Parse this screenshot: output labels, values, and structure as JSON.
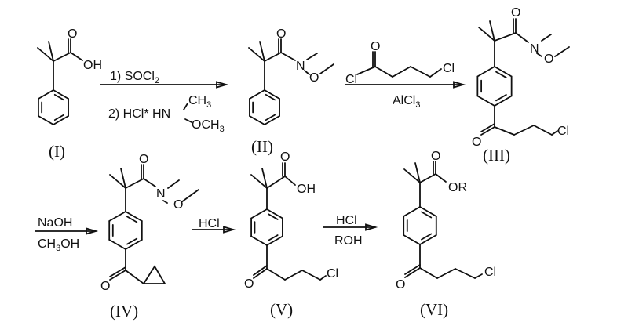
{
  "compounds": {
    "I": {
      "label": "(I)",
      "acid": "OH",
      "carbonyl_o": "O"
    },
    "II": {
      "label": "(II)",
      "n": "N",
      "o": "O",
      "carbonyl_o": "O"
    },
    "III": {
      "label": "(III)",
      "n": "N",
      "o": "O",
      "carbonyl_o": "O",
      "ketone_o": "O",
      "cl": "Cl"
    },
    "IV": {
      "label": "(IV)",
      "n": "N",
      "o": "O",
      "carbonyl_o": "O",
      "ketone_o": "O"
    },
    "V": {
      "label": "(V)",
      "acid": "OH",
      "carbonyl_o": "O",
      "ketone_o": "O",
      "cl": "Cl"
    },
    "VI": {
      "label": "(VI)",
      "ester": "OR",
      "carbonyl_o": "O",
      "ketone_o": "O",
      "cl": "Cl"
    }
  },
  "reagents": {
    "step1": {
      "line1_prefix": "1) SOCl",
      "line1_sub": "2",
      "line2": "2) HCl* HN",
      "ch3": "CH",
      "ch3_sub": "3",
      "och3": "OCH",
      "och3_sub": "3"
    },
    "step2": {
      "acyl_cl": "Cl",
      "acyl_o": "O",
      "acyl_cl2": "Cl",
      "catalyst": "AlCl",
      "catalyst_sub": "3"
    },
    "step3": {
      "above": "NaOH",
      "below_prefix": "CH",
      "below_sub": "3",
      "below_suffix": "OH"
    },
    "step4": {
      "above": "HCl"
    },
    "step5": {
      "above": "HCl",
      "below": "ROH"
    }
  }
}
